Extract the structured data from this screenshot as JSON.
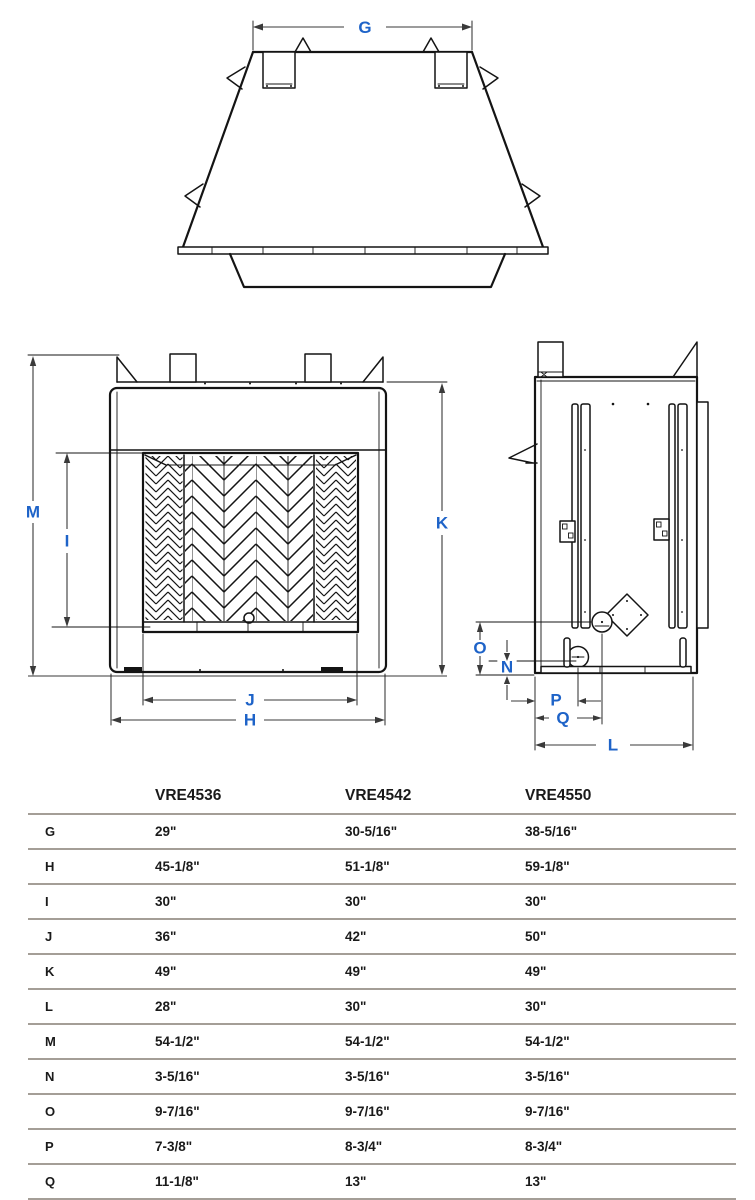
{
  "colors": {
    "drawing_line": "#141414",
    "dim_line": "#3a3a3a",
    "dim_label": "#1e63c8",
    "table_rule": "#a49e97",
    "table_text": "#1a1a1a"
  },
  "drawings": {
    "top_view": {
      "dim_labels": {
        "g": "G"
      }
    },
    "front_view": {
      "dim_labels": {
        "m": "M",
        "i": "I",
        "k": "K",
        "j": "J",
        "h": "H"
      }
    },
    "side_view": {
      "dim_labels": {
        "o": "O",
        "n": "N",
        "p": "P",
        "q": "Q",
        "l": "L"
      }
    }
  },
  "table": {
    "columns": [
      "VRE4536",
      "VRE4542",
      "VRE4550"
    ],
    "rows": [
      {
        "label": "G",
        "values": [
          "29\"",
          "30-5/16\"",
          "38-5/16\""
        ]
      },
      {
        "label": "H",
        "values": [
          "45-1/8\"",
          "51-1/8\"",
          "59-1/8\""
        ]
      },
      {
        "label": "I",
        "values": [
          "30\"",
          "30\"",
          "30\""
        ]
      },
      {
        "label": "J",
        "values": [
          "36\"",
          "42\"",
          "50\""
        ]
      },
      {
        "label": "K",
        "values": [
          "49\"",
          "49\"",
          "49\""
        ]
      },
      {
        "label": "L",
        "values": [
          "28\"",
          "30\"",
          "30\""
        ]
      },
      {
        "label": "M",
        "values": [
          "54-1/2\"",
          "54-1/2\"",
          "54-1/2\""
        ]
      },
      {
        "label": "N",
        "values": [
          "3-5/16\"",
          "3-5/16\"",
          "3-5/16\""
        ]
      },
      {
        "label": "O",
        "values": [
          "9-7/16\"",
          "9-7/16\"",
          "9-7/16\""
        ]
      },
      {
        "label": "P",
        "values": [
          "7-3/8\"",
          "8-3/4\"",
          "8-3/4\""
        ]
      },
      {
        "label": "Q",
        "values": [
          "11-1/8\"",
          "13\"",
          "13\""
        ]
      }
    ]
  }
}
